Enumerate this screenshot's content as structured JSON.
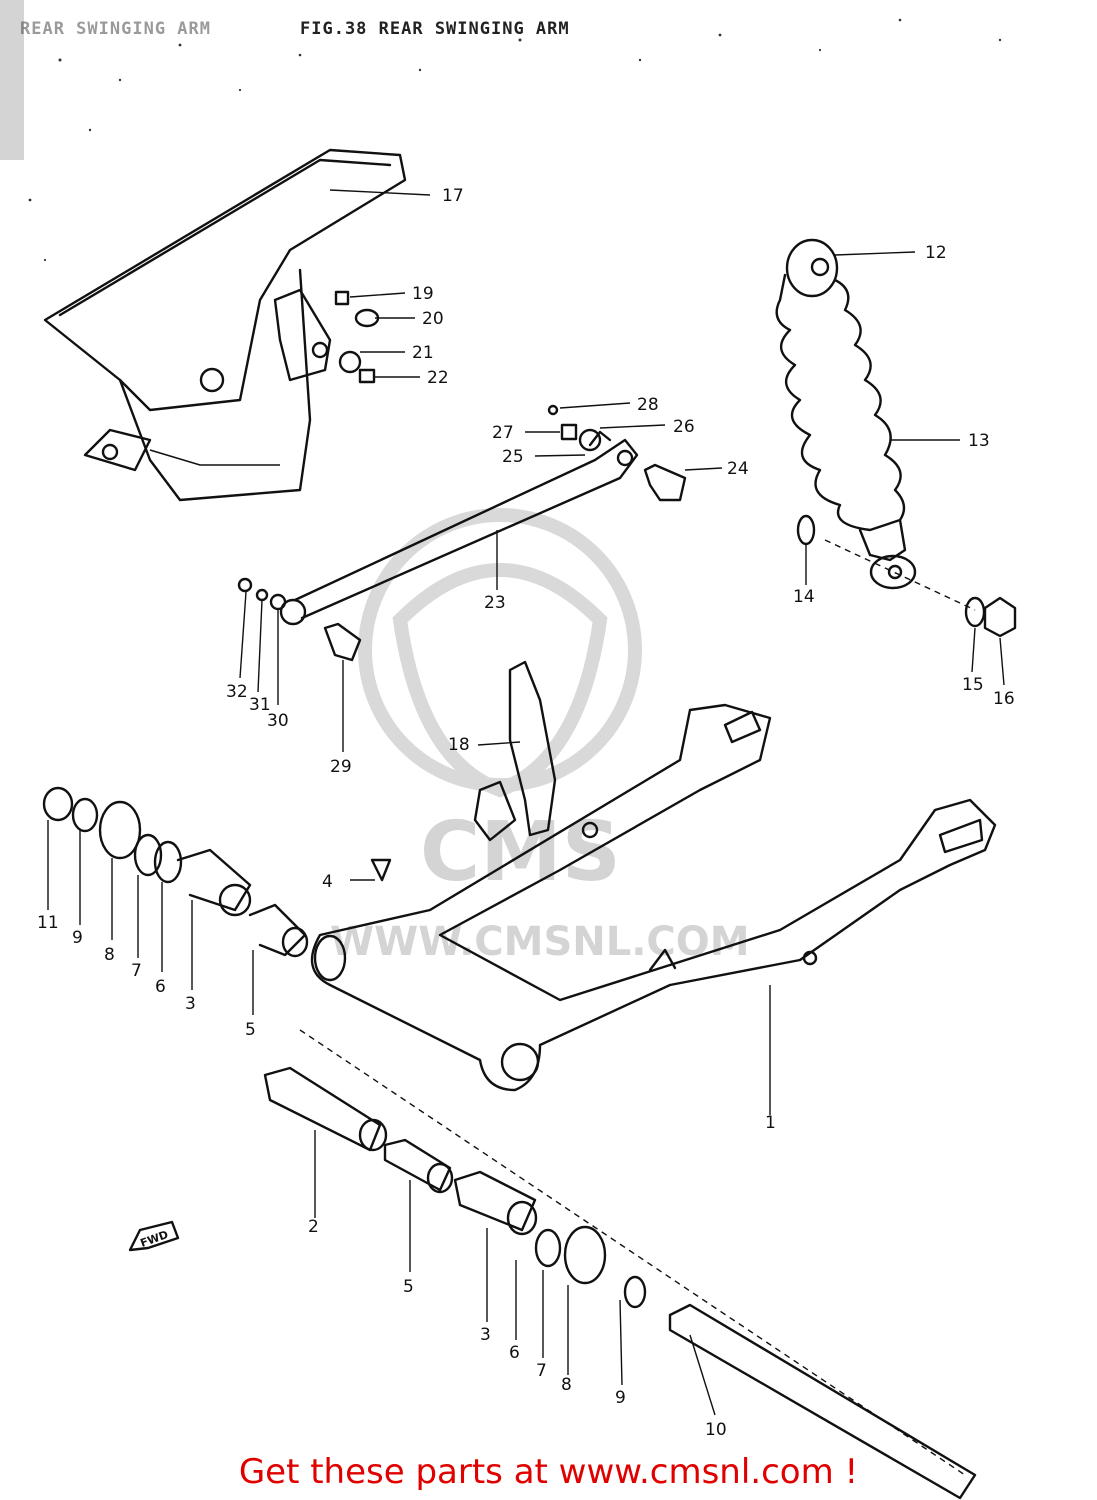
{
  "header": {
    "text_faded": "REAR SWINGING ARM",
    "text": "FIG.38  REAR SWINGING ARM"
  },
  "watermark": {
    "logo_text": "CMS",
    "url_text": "WWW.CMSNL.COM"
  },
  "direction_arrow": "FWD",
  "callouts": [
    "17",
    "12",
    "19",
    "20",
    "21",
    "22",
    "28",
    "27",
    "26",
    "25",
    "24",
    "13",
    "14",
    "23",
    "15",
    "16",
    "32",
    "31",
    "30",
    "29",
    "18",
    "11",
    "9",
    "8",
    "7",
    "6",
    "3",
    "5",
    "4",
    "1",
    "2",
    "5",
    "3",
    "6",
    "7",
    "8",
    "9",
    "10"
  ],
  "footer": {
    "text": "Get these parts at www.cmsnl.com !"
  }
}
